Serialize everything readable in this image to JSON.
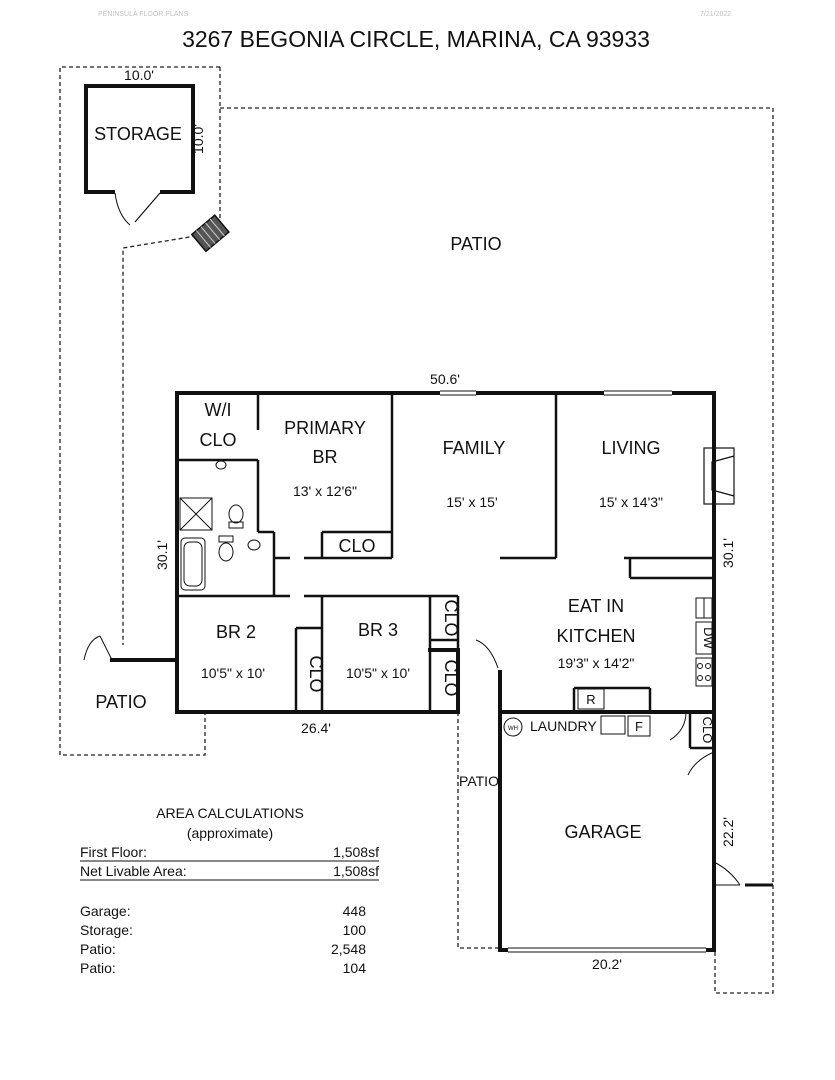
{
  "header": {
    "left_note": "PENINSULA FLOOR PLANS",
    "date": "7/21/2022",
    "address": "3267 BEGONIA CIRCLE, MARINA, CA  93933"
  },
  "rooms": {
    "storage": "STORAGE",
    "patio_main": "PATIO",
    "patio_left": "PATIO",
    "patio_side": "PATIO",
    "wi_clo_1": "W/I",
    "wi_clo_2": "CLO",
    "primary_1": "PRIMARY",
    "primary_2": "BR",
    "primary_dim": "13' x 12'6\"",
    "family": "FAMILY",
    "family_dim": "15' x 15'",
    "living": "LIVING",
    "living_dim": "15' x 14'3\"",
    "br2": "BR 2",
    "br2_dim": "10'5\" x 10'",
    "br3": "BR 3",
    "br3_dim": "10'5\" x 10'",
    "kitchen_1": "EAT IN",
    "kitchen_2": "KITCHEN",
    "kitchen_dim": "19'3\" x 14'2\"",
    "garage": "GARAGE",
    "laundry": "LAUNDRY",
    "clo_primary": "CLO",
    "clo_br2": "CLO",
    "clo_br3_top": "CLO",
    "clo_br3_bottom": "CLO",
    "clo_laundry": "CLO",
    "wh": "WH",
    "dw": "DW",
    "refrigerator": "R",
    "furnace": "F"
  },
  "measurements": {
    "storage_width": "10.0'",
    "storage_depth": "10.0'",
    "house_width": "50.6'",
    "house_depth_left": "30.1'",
    "house_depth_right": "30.1'",
    "bedroom_wing_width": "26.4'",
    "garage_depth": "22.2'",
    "garage_width": "20.2'"
  },
  "area_calculations": {
    "title": "AREA CALCULATIONS",
    "subtitle": "(approximate)",
    "rows": [
      {
        "label": "First  Floor:",
        "value": "1,508sf"
      },
      {
        "label": "Net Livable Area:",
        "value": "1,508sf"
      },
      {
        "label": "Garage:",
        "value": "448"
      },
      {
        "label": "Storage:",
        "value": "100"
      },
      {
        "label": "Patio:",
        "value": "2,548"
      },
      {
        "label": "Patio:",
        "value": "104"
      }
    ]
  },
  "colors": {
    "wall": "#111111",
    "dashed": "#222222",
    "header_gray": "#c2c2c2"
  }
}
